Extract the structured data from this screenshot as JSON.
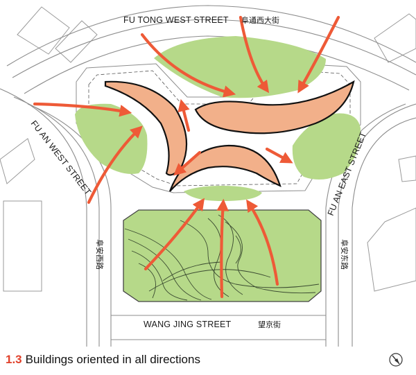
{
  "streets": {
    "north": {
      "name": "FU TONG WEST STREET",
      "chinese": "阜通西大街"
    },
    "west": {
      "name": "FU AN WEST STREET",
      "chinese": "阜安西路"
    },
    "east": {
      "name": "FU AN EAST STREET",
      "chinese": "阜安东路"
    },
    "south": {
      "name": "WANG JING STREET",
      "chinese": "望京街"
    }
  },
  "caption": {
    "number": "1.3",
    "text": "Buildings oriented in all directions"
  },
  "colors": {
    "building_fill": "#f2b08a",
    "building_stroke": "#111111",
    "green": "#b6d989",
    "arrow": "#ee5a37",
    "road_line": "#8c8c8c",
    "caption_number": "#e0402a"
  },
  "icons": {
    "north_arrow": "north-arrow-icon"
  }
}
